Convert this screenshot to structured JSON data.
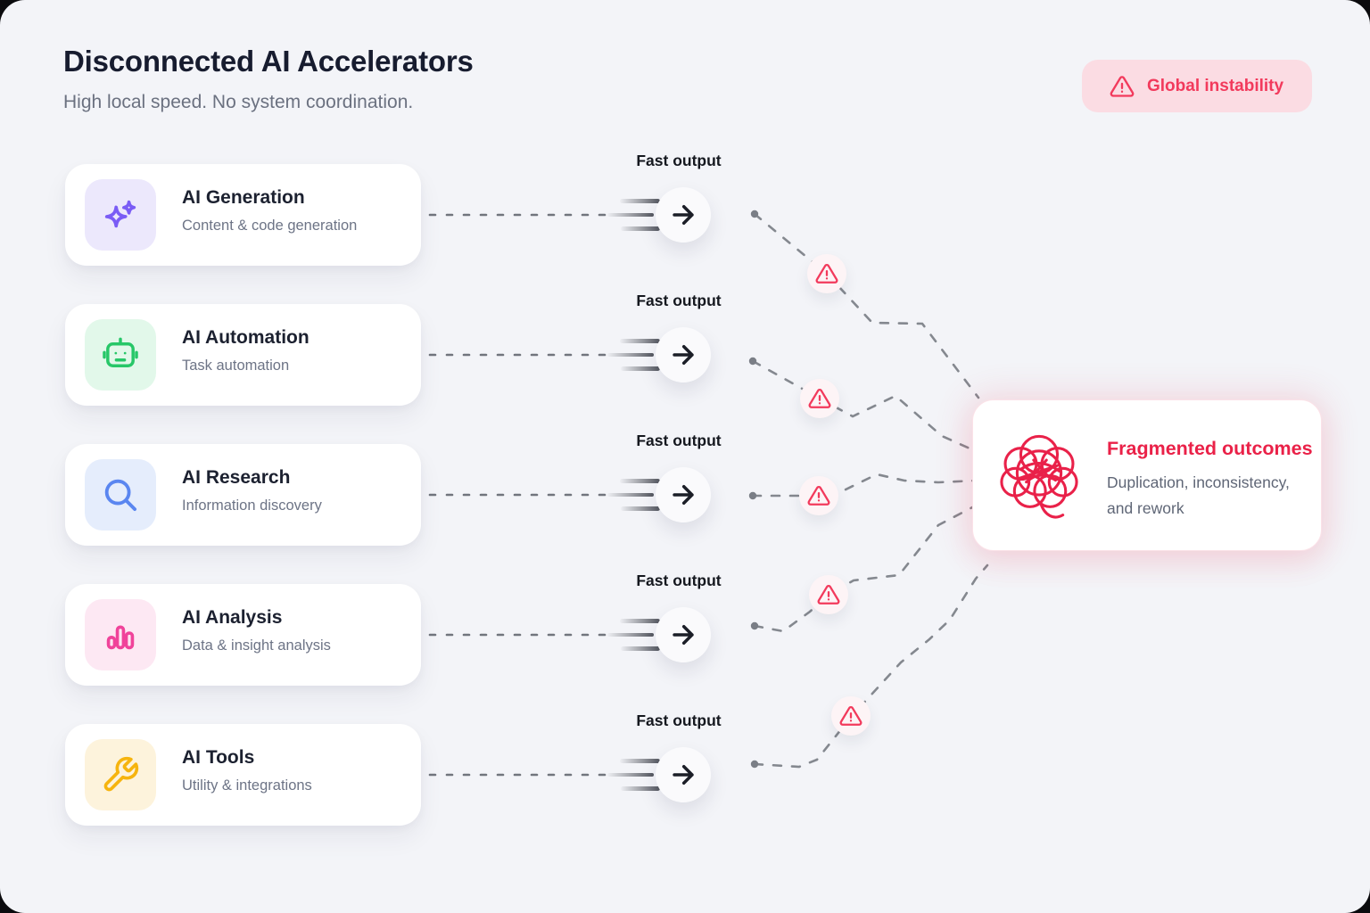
{
  "header": {
    "title": "Disconnected AI Accelerators",
    "subtitle": "High local speed. No system coordination."
  },
  "alert_badge": {
    "label": "Global instability"
  },
  "accelerators": [
    {
      "name": "AI Generation",
      "description": "Content & code generation",
      "icon": "sparkles-icon",
      "accent": "#7a5cf5",
      "icon_bg": "#ece8fc",
      "output_label": "Fast output"
    },
    {
      "name": "AI Automation",
      "description": "Task automation",
      "icon": "robot-icon",
      "accent": "#27c768",
      "icon_bg": "#e2f8ea",
      "output_label": "Fast output"
    },
    {
      "name": "AI Research",
      "description": "Information discovery",
      "icon": "search-icon",
      "accent": "#5a86f0",
      "icon_bg": "#e5edfc",
      "output_label": "Fast output"
    },
    {
      "name": "AI Analysis",
      "description": "Data & insight analysis",
      "icon": "bar-chart-icon",
      "accent": "#f0439a",
      "icon_bg": "#fde8f3",
      "output_label": "Fast output"
    },
    {
      "name": "AI Tools",
      "description": "Utility & integrations",
      "icon": "wrench-icon",
      "accent": "#f6b40e",
      "icon_bg": "#fdf3dc",
      "output_label": "Fast output"
    }
  ],
  "outcome_card": {
    "title": "Fragmented outcomes",
    "description": "Duplication, inconsistency, and rework"
  },
  "colors": {
    "background": "#f3f4f8",
    "card": "#ffffff",
    "danger": "#f23a5c",
    "danger_badge_bg": "#fbdce3",
    "dash_line": "#7b7f87",
    "text_primary": "#171c2f",
    "text_secondary": "#6b7180"
  }
}
